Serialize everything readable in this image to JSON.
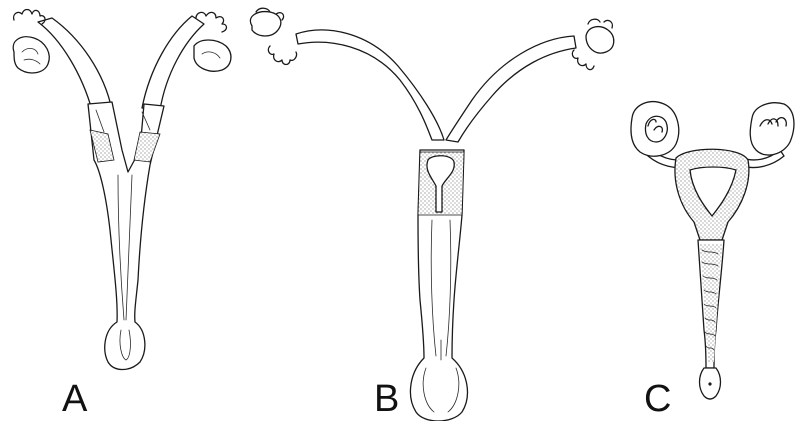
{
  "figure": {
    "panels": [
      {
        "id": "A",
        "label": "A"
      },
      {
        "id": "B",
        "label": "B"
      },
      {
        "id": "C",
        "label": "C"
      }
    ],
    "colors": {
      "ink": "#1a1a1a",
      "background": "#ffffff",
      "stipple": "#3a3a3a"
    }
  }
}
